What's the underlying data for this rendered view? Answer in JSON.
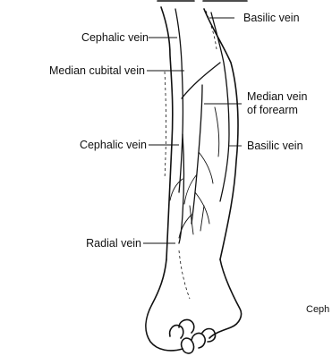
{
  "labels": {
    "basilic_vein_top": "Basilic vein",
    "cephalic_vein_top": "Cephalic vein",
    "median_cubital_vein": "Median cubital vein",
    "median_vein_of_forearm_line1": "Median vein",
    "median_vein_of_forearm_line2": "of forearm",
    "cephalic_vein_mid": "Cephalic vein",
    "basilic_vein_mid": "Basilic vein",
    "radial_vein": "Radial vein",
    "cut_off_label": "Ceph"
  }
}
